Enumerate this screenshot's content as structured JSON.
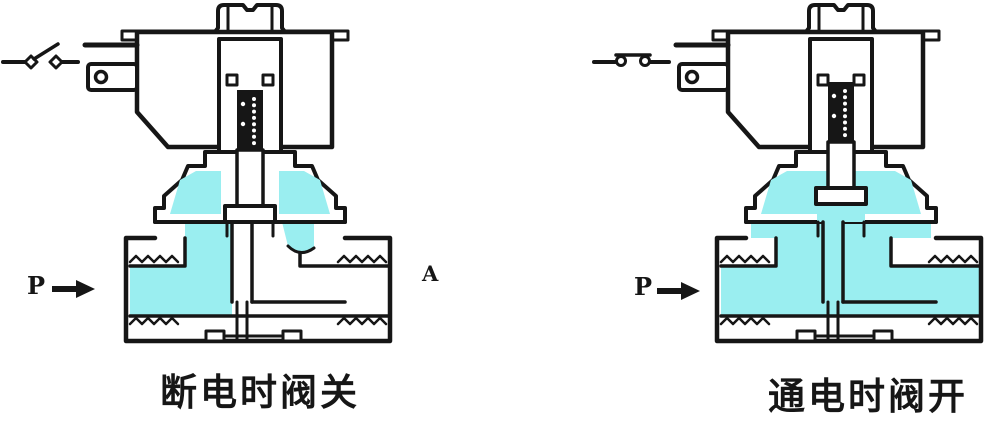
{
  "colors": {
    "line": "#161616",
    "fluid": "#9aeef0",
    "background": "#ffffff"
  },
  "diagrams": [
    {
      "caption": "断电时阀关",
      "inlet_label": "P",
      "outlet_label": "A",
      "switch_state": "open",
      "valve_state": "closed"
    },
    {
      "caption": "通电时阀开",
      "inlet_label": "P",
      "switch_state": "closed",
      "valve_state": "open"
    }
  ]
}
